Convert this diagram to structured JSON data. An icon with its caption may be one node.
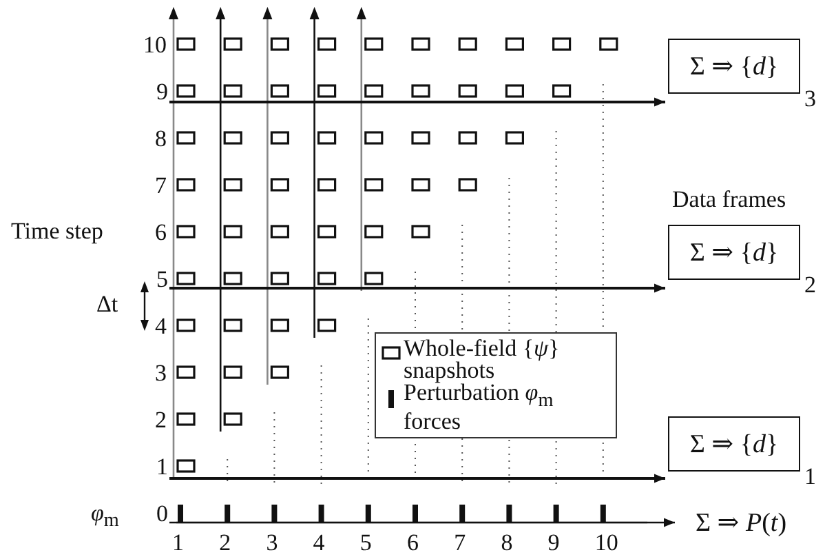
{
  "diagram": {
    "nodes": [
      {
        "text": [
          "Σ ⇒ {*d*}"
        ]
      },
      {
        "text": [
          "Σ ⇒ {*d*}"
        ]
      },
      {
        "text": [
          "Σ ⇒ {*d*}"
        ]
      },
      {
        "text": [
          "Σ ⇒ *P*(*t*)"
        ]
      },
      {
        "text": [
          "9"
        ]
      },
      {
        "text": [
          "5"
        ]
      },
      {
        "text": [
          "1"
        ]
      },
      {
        "text": [
          "0"
        ]
      }
    ],
    "edges": [
      {
        "from": 4,
        "to": 0,
        "arrow": "to"
      },
      {
        "from": 5,
        "to": 1,
        "arrow": "to"
      },
      {
        "from": 6,
        "to": 2,
        "arrow": "to"
      },
      {
        "from": 7,
        "to": 3,
        "arrow": "to"
      }
    ],
    "labels": [
      "10",
      "3",
      "8",
      "7",
      "Data frames",
      "Time step",
      "6",
      "2",
      "Δt",
      "4",
      "3",
      "2",
      "1",
      "*φ*$_{m}$",
      "1",
      "2",
      "3",
      "4",
      "5",
      "6",
      "7",
      "8",
      "9",
      "10"
    ],
    "legend": [
      {
        "text": "Whole-field {*ψ*} snapshots"
      },
      {
        "text": "Perturbation *φ*$_{m}$ forces"
      }
    ]
  }
}
